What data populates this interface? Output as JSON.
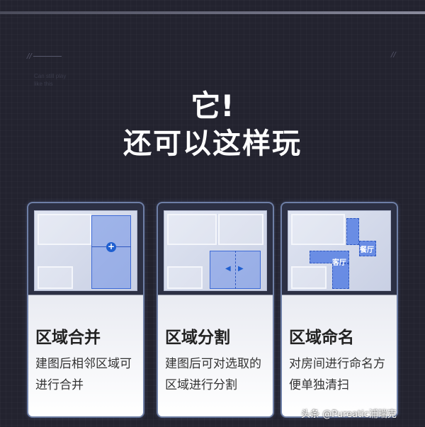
{
  "header": {
    "deco_left": "//",
    "deco_right": "//",
    "subtitle_en": [
      "Can still play",
      "like this"
    ],
    "title_line1": "它!",
    "title_line2": "还可以这样玩"
  },
  "cards": [
    {
      "title": "区域合并",
      "desc": "建图后相邻区域可进行合并",
      "icon": "plus-icon"
    },
    {
      "title": "区域分割",
      "desc": "建图后可对选取的区域进行分割",
      "icon": "split-arrows-icon"
    },
    {
      "title": "区域命名",
      "desc": "对房间进行命名方便单独清扫",
      "room_labels": [
        "餐厅",
        "客厅"
      ]
    }
  ],
  "watermark": "头条 @Pureatic浦瑞克",
  "colors": {
    "accent": "#1f5fd0",
    "background": "#23232f"
  }
}
